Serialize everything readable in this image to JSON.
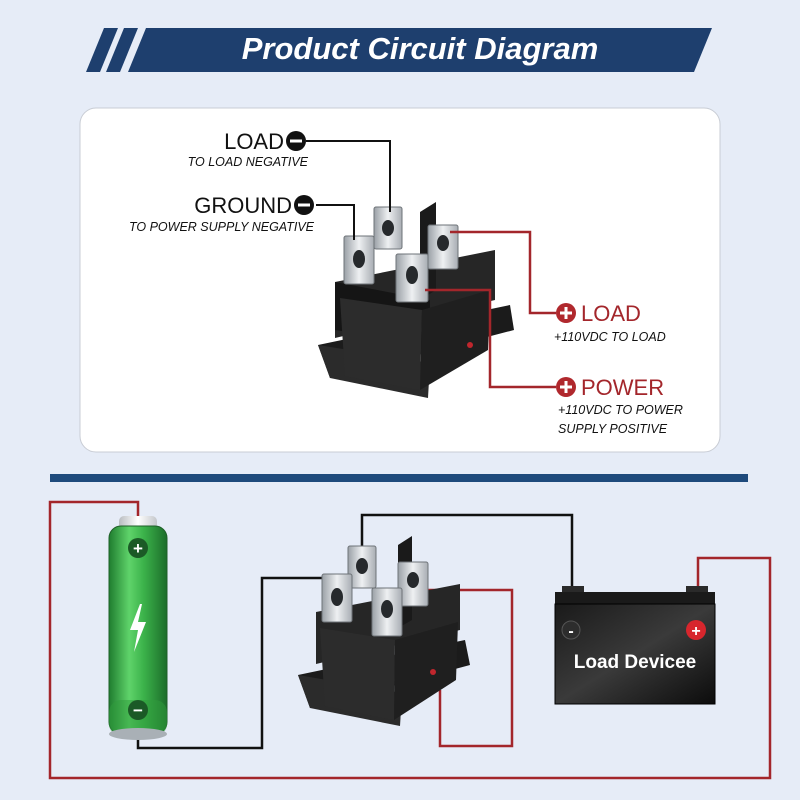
{
  "header": {
    "title": "Product Circuit Diagram"
  },
  "top_diagram": {
    "load_neg": {
      "label": "LOAD",
      "sub": "TO LOAD NEGATIVE"
    },
    "ground_neg": {
      "label": "GROUND",
      "sub": "TO POWER SUPPLY NEGATIVE"
    },
    "load_pos": {
      "label": "LOAD",
      "sub": "+110VDC TO LOAD"
    },
    "power_pos": {
      "label": "POWER",
      "sub_line1": "+110VDC TO POWER",
      "sub_line2": "SUPPLY POSITIVE"
    }
  },
  "bottom_diagram": {
    "battery": {
      "pos_symbol": "+",
      "neg_symbol": "−"
    },
    "load_device": {
      "label": "Load Devicee",
      "neg_symbol": "-",
      "pos_symbol": "+"
    }
  },
  "colors": {
    "header_blue": "#1e3f6e",
    "divider_blue": "#1e4a7c",
    "wire_red": "#a3262b",
    "wire_black": "#111111",
    "minus_marker": "#111111",
    "plus_marker": "#b0282d",
    "battery_green": "#3bb24a"
  }
}
